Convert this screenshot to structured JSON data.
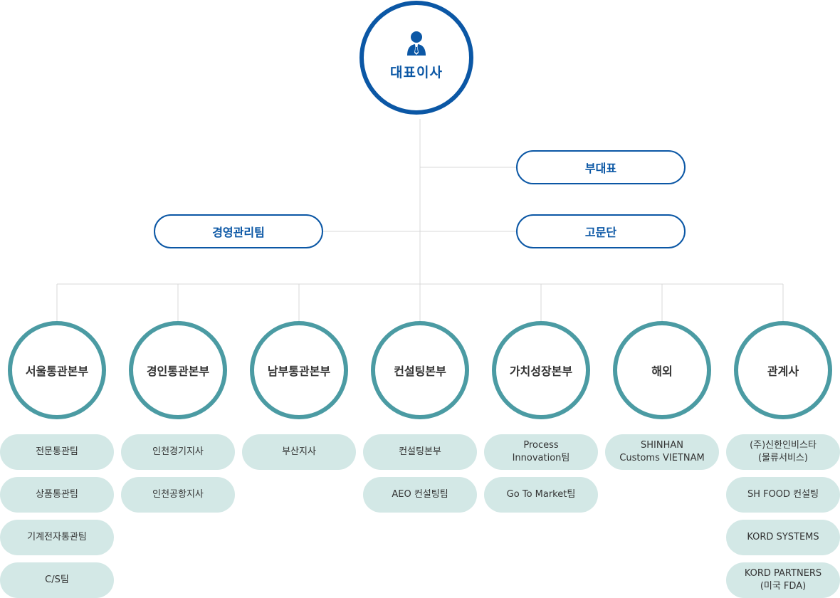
{
  "ceo": {
    "label": "대표이사",
    "icon": "person-icon"
  },
  "vice_ceo": "부대표",
  "mgmt_team": "경영관리팀",
  "advisory": "고문단",
  "colors": {
    "primary": "#0b57a5",
    "teal": "#4b9ba3",
    "team_bg": "#d3e8e6",
    "line": "#d9d9d9"
  },
  "divisions": [
    {
      "name": "서울통관본부",
      "teams": [
        "전문통관팀",
        "상품통관팀",
        "기계전자통관팀",
        "C/S팀"
      ]
    },
    {
      "name": "경인통관본부",
      "teams": [
        "인천경기지사",
        "인천공항지사"
      ]
    },
    {
      "name": "남부통관본부",
      "teams": [
        "부산지사"
      ]
    },
    {
      "name": "컨설팅본부",
      "teams": [
        "컨설팅본부",
        "AEO 컨설팅팀"
      ]
    },
    {
      "name": "가치성장본부",
      "teams": [
        "Process\nInnovation팀",
        "Go To Market팀"
      ]
    },
    {
      "name": "해외",
      "teams": [
        "SHINHAN\nCustoms VIETNAM"
      ]
    },
    {
      "name": "관계사",
      "teams": [
        "(주)신한인비스타\n(물류서비스)",
        "SH FOOD 컨설팅",
        "KORD SYSTEMS",
        "KORD PARTNERS\n(미국 FDA)"
      ]
    }
  ]
}
